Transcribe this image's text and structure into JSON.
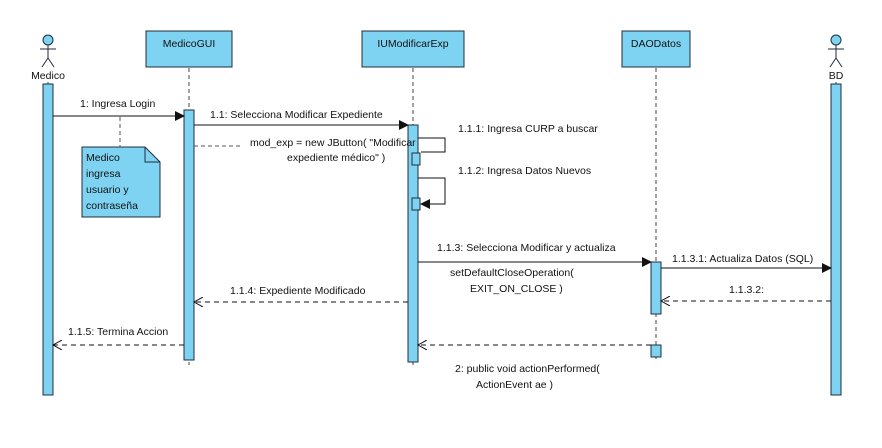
{
  "participants": {
    "medico": "Medico",
    "medicogui": "MedicoGUI",
    "iumodificar": "IUModificarExp",
    "daodatos": "DAODatos",
    "bd": "BD"
  },
  "messages": {
    "m1": "1: Ingresa Login",
    "m11": "1.1: Selecciona Modificar Expediente",
    "m111": "1.1.1: Ingresa CURP a buscar",
    "m112": "1.1.2: Ingresa Datos Nuevos",
    "m113": "1.1.3: Selecciona Modificar y actualiza",
    "m1131": "1.1.3.1: Actualiza Datos (SQL)",
    "m1132": "1.1.3.2:",
    "m114": "1.1.4: Expediente Modificado",
    "m115": "1.1.5: Termina Accion"
  },
  "note": {
    "line1": "Medico",
    "line2": "ingresa",
    "line3": "usuario y",
    "line4": "contraseña"
  },
  "code_notes": {
    "jbutton_line1": "mod_exp = new JButton( \"Modificar",
    "jbutton_line2": "expediente médico\" )",
    "close_line1": "setDefaultCloseOperation(",
    "close_line2": "EXIT_ON_CLOSE )",
    "action_line1": "2: public void actionPerformed(",
    "action_line2": "ActionEvent ae )"
  }
}
